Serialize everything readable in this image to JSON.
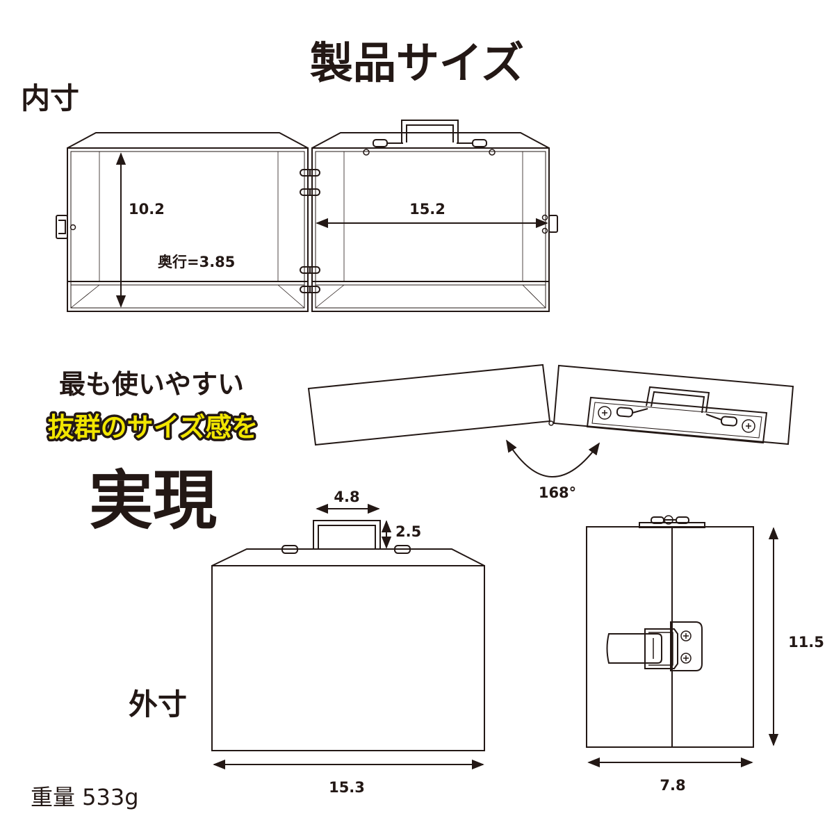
{
  "page_title": "製品サイズ",
  "inner": {
    "section_label": "内寸",
    "height": "10.2",
    "width": "15.2",
    "depth": "奥行=3.85"
  },
  "opening": {
    "angle": "168°"
  },
  "tagline": {
    "line1": "最も使いやすい",
    "line2": "抜群のサイズ感を",
    "line3": "実現"
  },
  "outer": {
    "section_label": "外寸",
    "handle_width": "4.8",
    "handle_height": "2.5",
    "width": "15.3",
    "depth": "7.8",
    "height": "11.5"
  },
  "weight": "重量 533g",
  "colors": {
    "ink": "#231815",
    "highlight": "#f2e600"
  }
}
